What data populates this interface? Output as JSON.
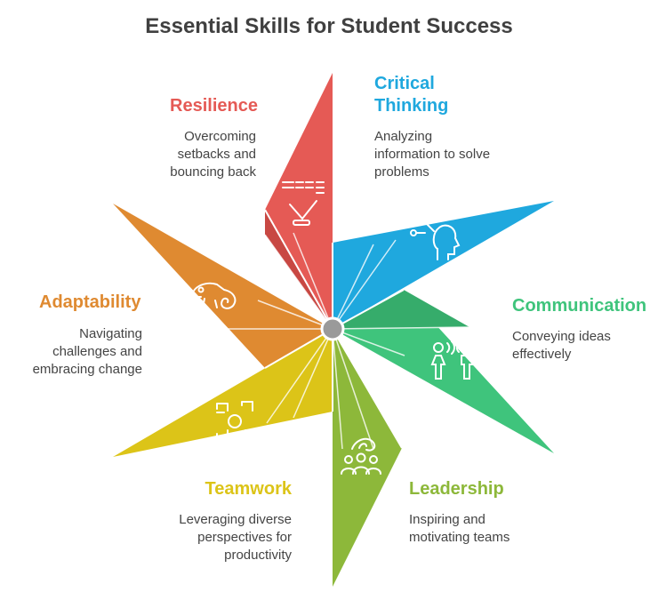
{
  "title": "Essential Skills for Student Success",
  "skills": [
    {
      "name": "Resilience",
      "description": [
        "Overcoming",
        "setbacks and",
        "bouncing back"
      ],
      "color": "#e55a55",
      "icon": "balance-scale-icon"
    },
    {
      "name": [
        "Critical",
        "Thinking"
      ],
      "description": [
        "Analyzing",
        "information to solve",
        "problems"
      ],
      "color": "#1fa8de",
      "icon": "head-thinking-icon"
    },
    {
      "name": "Communication",
      "description": [
        "Conveying ideas",
        "effectively"
      ],
      "color": "#3fc47c",
      "icon": "people-talking-icon"
    },
    {
      "name": "Leadership",
      "description": [
        "Inspiring and",
        "motivating teams"
      ],
      "color": "#8db83a",
      "icon": "team-leader-icon"
    },
    {
      "name": "Teamwork",
      "description": [
        "Leveraging diverse",
        "perspectives for",
        "productivity"
      ],
      "color": "#dcc418",
      "icon": "hands-together-icon"
    },
    {
      "name": "Adaptability",
      "description": [
        "Navigating",
        "challenges and",
        "embracing change"
      ],
      "color": "#df8a31",
      "icon": "chameleon-icon"
    }
  ]
}
